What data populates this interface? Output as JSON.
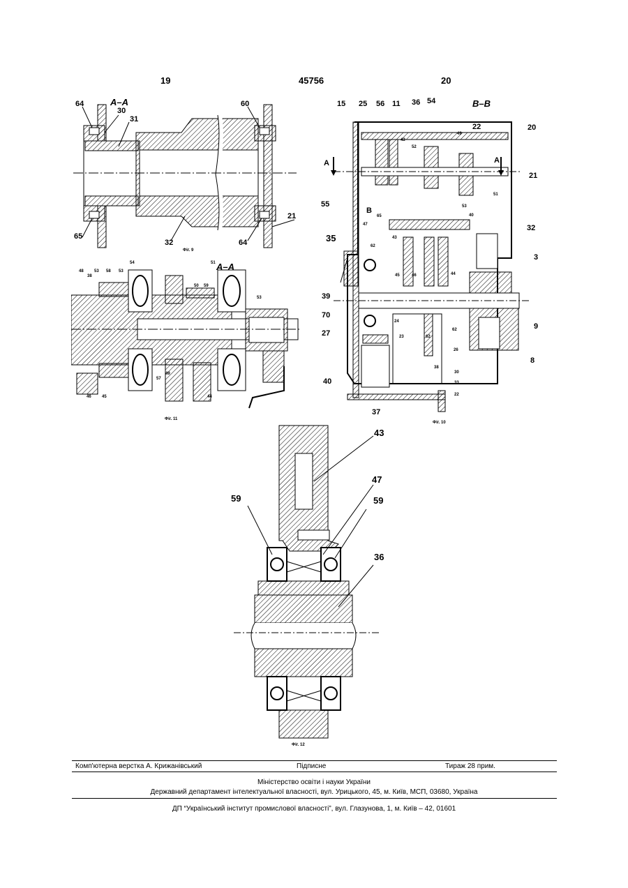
{
  "header": {
    "left_page": "19",
    "patent_number": "45756",
    "right_page": "20"
  },
  "fig9": {
    "section": "А–А",
    "caption": "Фіг. 9",
    "labels": [
      "64",
      "30",
      "31",
      "60",
      "65",
      "32",
      "64",
      "21"
    ]
  },
  "fig10": {
    "section": "В–В",
    "caption": "Фіг. 10",
    "labels": [
      "15",
      "25",
      "56",
      "11",
      "36",
      "54",
      "22",
      "20",
      "43",
      "52",
      "49",
      "21",
      "51",
      "55",
      "65",
      "47",
      "53",
      "40",
      "32",
      "35",
      "3",
      "43",
      "62",
      "45",
      "46",
      "44",
      "62",
      "39",
      "70",
      "24",
      "23",
      "62",
      "9",
      "27",
      "26",
      "8",
      "38",
      "30",
      "40",
      "33",
      "22",
      "37",
      "А",
      "А",
      "В"
    ]
  },
  "fig11": {
    "section": "А–А",
    "caption": "Фіг. 11",
    "labels": [
      "48",
      "38",
      "53",
      "58",
      "53",
      "54",
      "51",
      "50",
      "59",
      "53",
      "46",
      "45",
      "49",
      "57",
      "44"
    ]
  },
  "fig12": {
    "caption": "Фіг. 12",
    "labels": [
      "43",
      "47",
      "59",
      "59",
      "36"
    ]
  },
  "footer": {
    "composer": "Комп'ютерна верстка А. Крижанівський",
    "signed": "Підписне",
    "circulation": "Тираж 28 прим.",
    "ministry": "Міністерство освіти і науки України",
    "department": "Державний департамент інтелектуальної власності, вул. Урицького, 45, м. Київ, МСП, 03680, Україна",
    "institute": "ДП “Український інститут промислової власності”, вул. Глазунова, 1, м. Київ – 42, 01601"
  }
}
